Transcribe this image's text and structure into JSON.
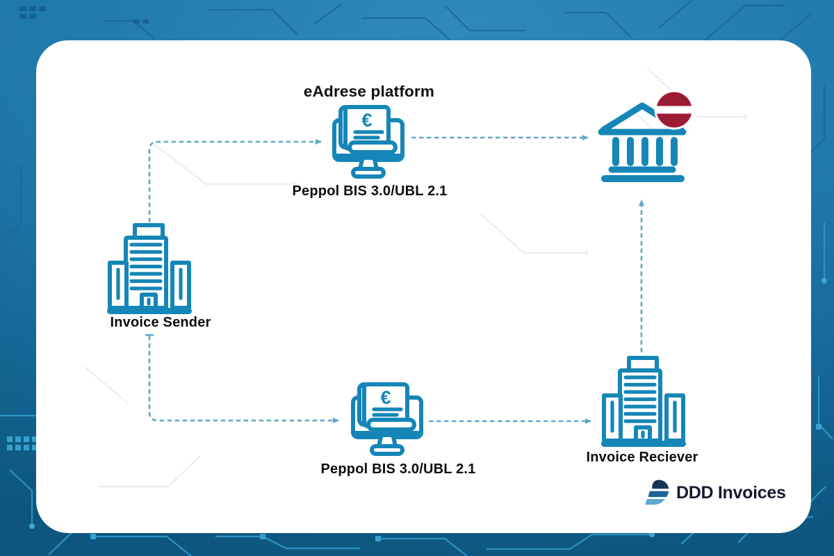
{
  "colors": {
    "accent": "#1586b7",
    "arrow": "#5fa8c6",
    "flag_red": "#9c1b35",
    "text": "#0e0e0e",
    "logo_text": "#131b2e",
    "logo_dark": "#16355a",
    "logo_mid": "#1e6394",
    "logo_light": "#5ba8d0",
    "bg_top": "#2f89bb",
    "bg_mid": "#1f78aa",
    "bg_bottom": "#0d5680",
    "card": "#ffffff"
  },
  "labels": {
    "platform_title": "eAdrese platform",
    "peppol_top": "Peppol BIS 3.0/UBL 2.1",
    "peppol_bottom": "Peppol BIS 3.0/UBL 2.1",
    "sender": "Invoice Sender",
    "receiver": "Invoice Reciever",
    "logo": "DDD Invoices",
    "euro": "€"
  },
  "icons": {
    "platform_top": "invoice-monitor-icon",
    "platform_bottom": "invoice-monitor-icon",
    "government": "bank-building-icon",
    "government_flag": "latvia-flag-badge",
    "sender": "office-building-icon",
    "receiver": "office-building-icon",
    "logo": "ddd-layered-d-icon"
  },
  "flow": [
    {
      "from": "Invoice Sender",
      "to": "eAdrese platform (top path)",
      "style": "dashed-arrow"
    },
    {
      "from": "eAdrese platform (top path)",
      "to": "government building",
      "style": "dashed-arrow"
    },
    {
      "from": "Invoice Sender",
      "to": "eAdrese platform (bottom path)",
      "style": "dashed-arrow"
    },
    {
      "from": "eAdrese platform (bottom path)",
      "to": "Invoice Reciever",
      "style": "dashed-arrow"
    },
    {
      "from": "Invoice Reciever",
      "to": "government building",
      "style": "dashed-arrow"
    }
  ]
}
